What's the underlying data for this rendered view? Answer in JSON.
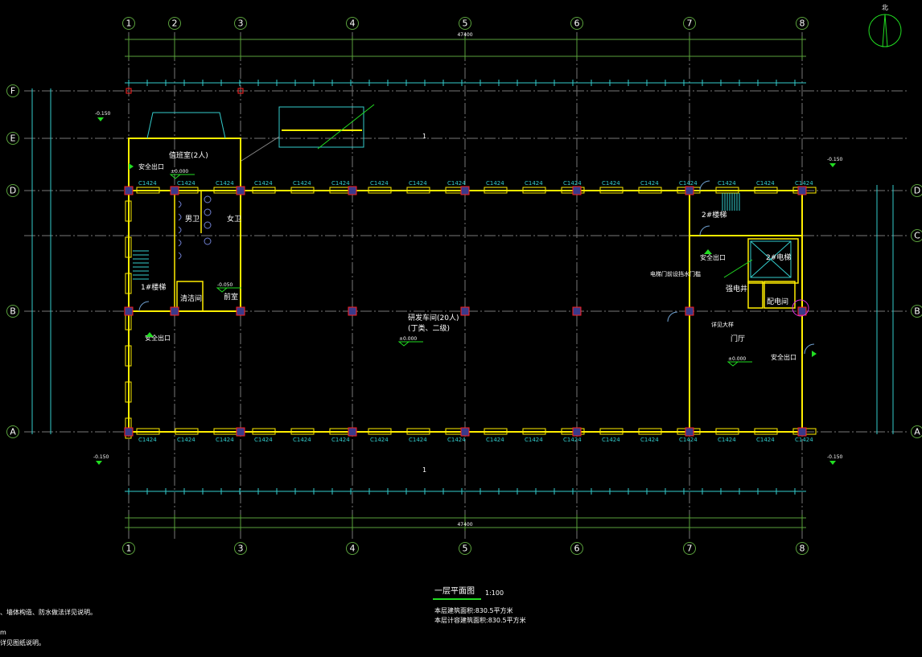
{
  "drawing": {
    "title": "一层平面图",
    "scale": "1:100",
    "area_note": "本层建筑面积:830.5平方米",
    "fa_area_note": "本层计容建筑面积:830.5平方米",
    "north_label": "北",
    "left_notes": [
      "、墙体构造、防水做法详见说明。",
      "m",
      "详见图纸说明。"
    ]
  },
  "axes": {
    "columns_top": [
      "1",
      "2",
      "3",
      "4",
      "5",
      "6",
      "7",
      "8"
    ],
    "columns_bottom": [
      "1",
      "3",
      "4",
      "5",
      "6",
      "7",
      "8"
    ],
    "rows_left": [
      "F",
      "E",
      "D",
      "B",
      "A"
    ],
    "rows_right": [
      "D",
      "C",
      "B",
      "A"
    ]
  },
  "rooms": [
    {
      "name": "值班室(2人)",
      "level": "±0.000"
    },
    {
      "name": "男卫"
    },
    {
      "name": "女卫"
    },
    {
      "name": "1#楼梯"
    },
    {
      "name": "清洁间"
    },
    {
      "name": "前室",
      "level": "-0.050"
    },
    {
      "name": "研发车间(20人)",
      "sub": "(丁类、二级)",
      "level": "±0.000"
    },
    {
      "name": "2#楼梯"
    },
    {
      "name": "2#电梯"
    },
    {
      "name": "强电井"
    },
    {
      "name": "配电间"
    },
    {
      "name": "门厅",
      "level": "±0.000"
    }
  ],
  "exits": [
    "安全出口",
    "安全出口",
    "安全出口",
    "安全出口"
  ],
  "annotations": [
    "电梯门前设挡水门槛",
    "详见大样",
    "1"
  ],
  "levels": {
    "outside": "-0.150"
  },
  "dimensions": {
    "overall": "47400"
  }
}
